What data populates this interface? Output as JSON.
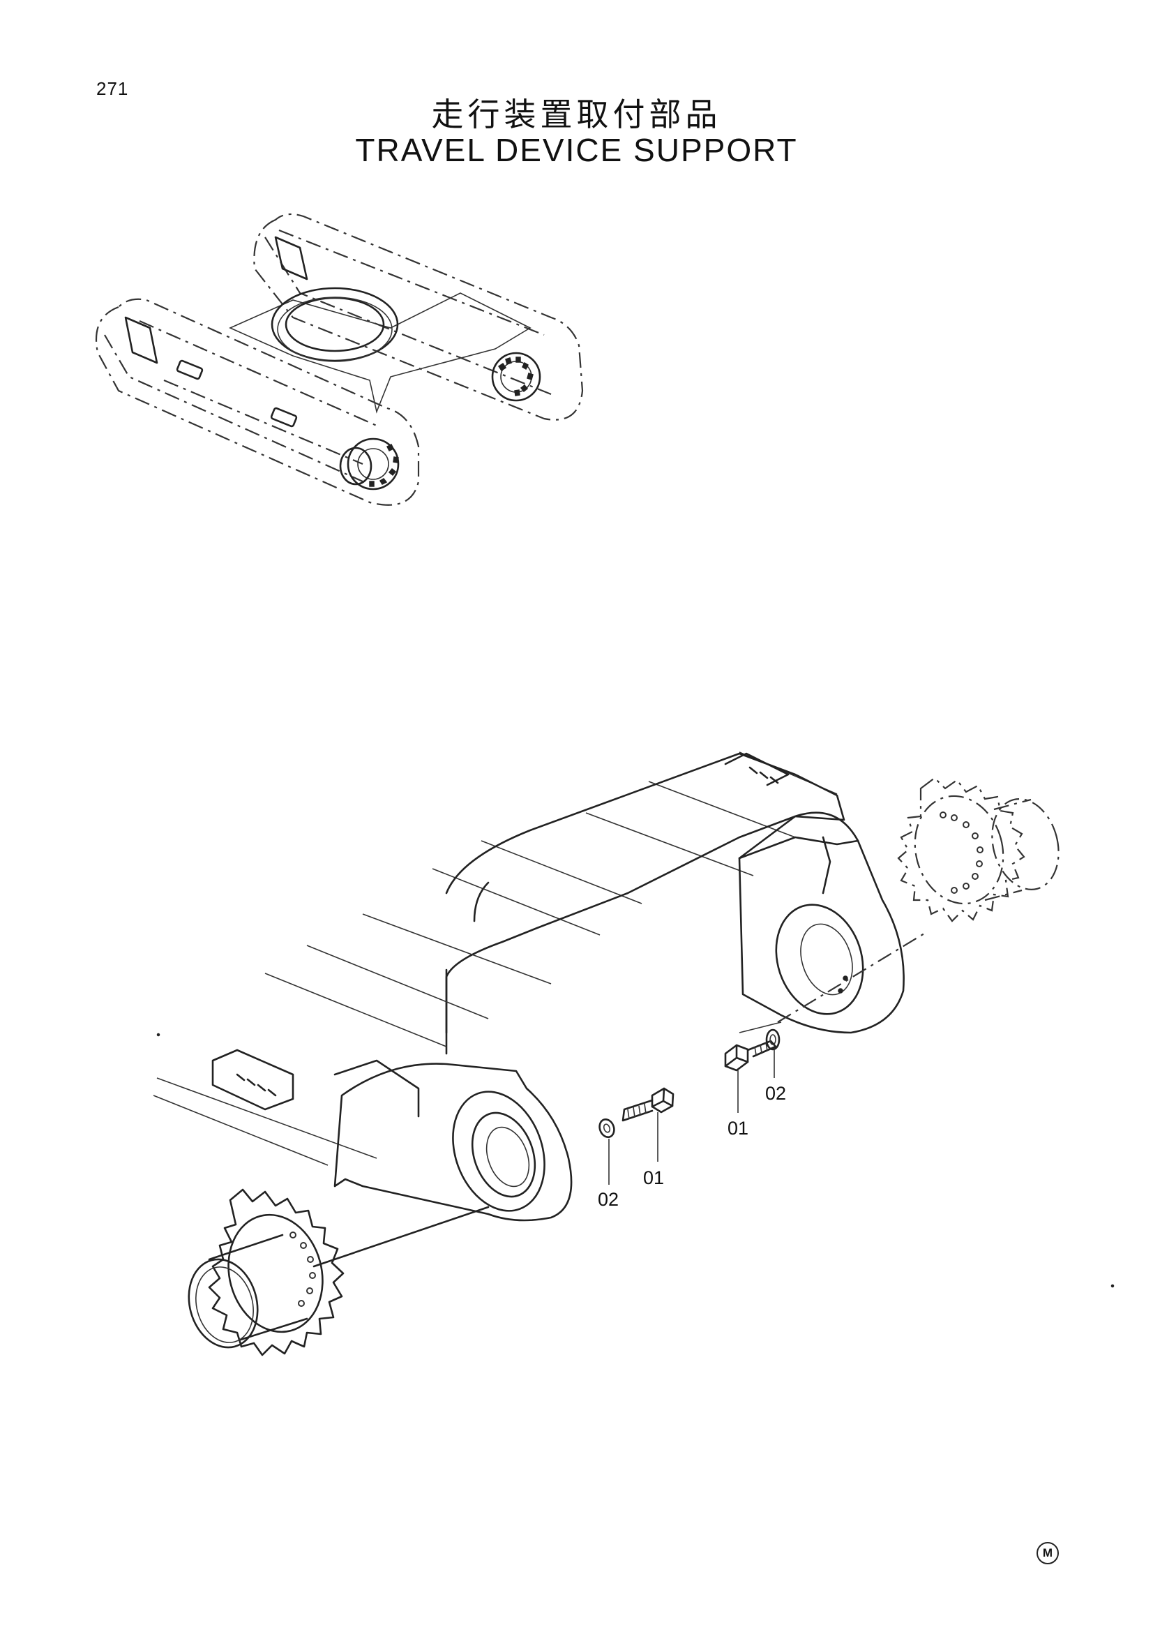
{
  "page": {
    "number": "271",
    "title_jp": "走行装置取付部品",
    "title_en": "TRAVEL DEVICE SUPPORT",
    "maker_mark": "M"
  },
  "callouts": [
    {
      "id": "upper-right-bolt",
      "label": "01"
    },
    {
      "id": "upper-right-washer",
      "label": "02"
    },
    {
      "id": "lower-left-bolt",
      "label": "01"
    },
    {
      "id": "lower-left-washer",
      "label": "02"
    }
  ]
}
